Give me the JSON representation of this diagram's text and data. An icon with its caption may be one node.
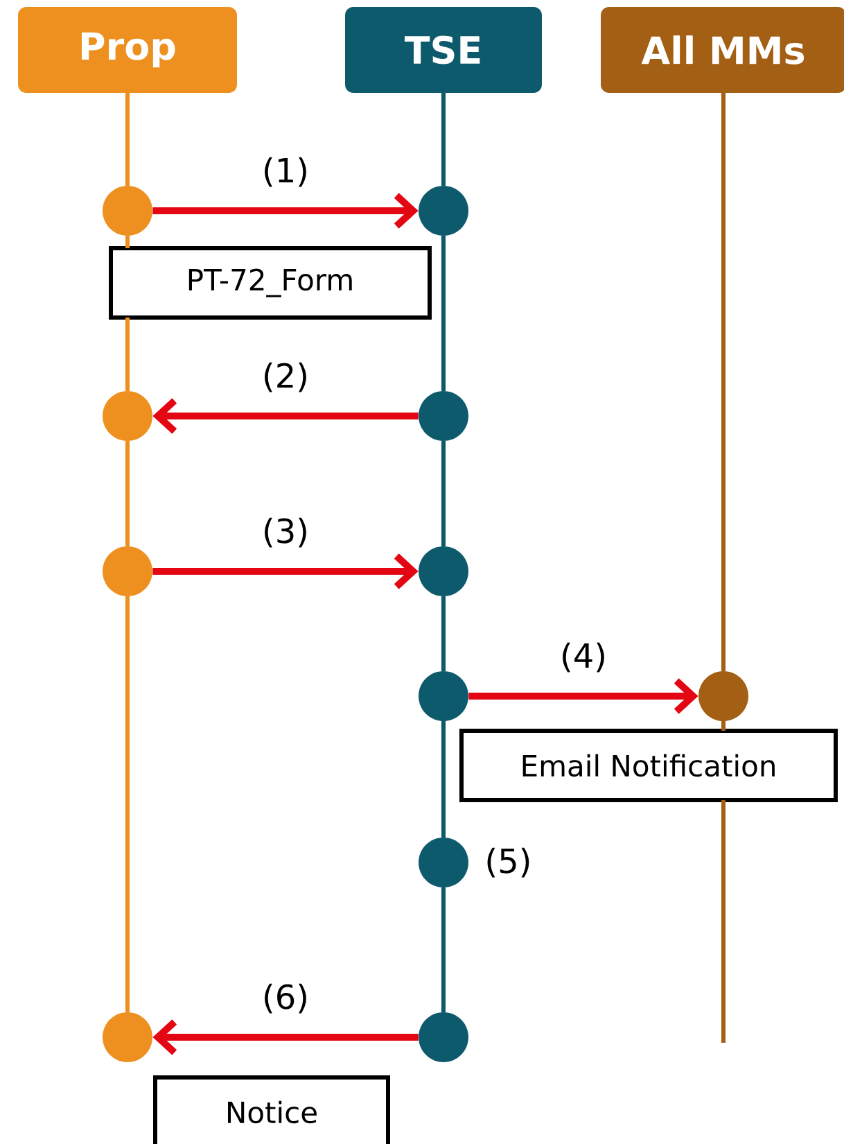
{
  "diagram": {
    "nodes": [
      {
        "text": [
          "Prop"
        ]
      },
      {
        "text": [
          "TSE"
        ]
      },
      {
        "text": [
          "All MMs"
        ]
      },
      {
        "text": [],
        "shape": "circle"
      },
      {
        "text": [],
        "shape": "circle"
      },
      {
        "text": [
          "PT-72_Form"
        ]
      },
      {
        "text": [],
        "shape": "circle"
      },
      {
        "text": [],
        "shape": "circle"
      },
      {
        "text": [],
        "shape": "circle"
      },
      {
        "text": [],
        "shape": "circle"
      },
      {
        "text": [],
        "shape": "circle"
      },
      {
        "text": [],
        "shape": "circle"
      },
      {
        "text": [
          "Email Notification"
        ]
      },
      {
        "text": [],
        "shape": "circle",
        "beside": [
          "(5)"
        ]
      },
      {
        "text": [],
        "shape": "circle"
      },
      {
        "text": [],
        "shape": "circle"
      },
      {
        "text": [
          "Notice"
        ]
      }
    ],
    "edges": [
      {
        "from": 3,
        "to": 4,
        "arrow": "to",
        "label": "(1)",
        "color": "#e30613"
      },
      {
        "from": 7,
        "to": 6,
        "arrow": "to",
        "label": "(2)",
        "color": "#e30613"
      },
      {
        "from": 8,
        "to": 9,
        "arrow": "to",
        "label": "(3)",
        "color": "#e30613"
      },
      {
        "from": 10,
        "to": 11,
        "arrow": "to",
        "label": "(4)",
        "color": "#e30613"
      },
      {
        "from": 15,
        "to": 14,
        "arrow": "to",
        "label": "(6)",
        "color": "#e30613"
      },
      {
        "from": 0,
        "to": 3,
        "arrow": "none",
        "color": "#ee9020"
      },
      {
        "from": 3,
        "to": 5,
        "arrow": "none",
        "color": "#ee9020"
      },
      {
        "from": 5,
        "to": 6,
        "arrow": "none",
        "color": "#ee9020"
      },
      {
        "from": 6,
        "to": 8,
        "arrow": "none",
        "color": "#ee9020"
      },
      {
        "from": 8,
        "to": 14,
        "arrow": "none",
        "color": "#ee9020"
      },
      {
        "from": 1,
        "to": 4,
        "arrow": "none",
        "color": "#0e5a6d"
      },
      {
        "from": 4,
        "to": 7,
        "arrow": "none",
        "color": "#0e5a6d"
      },
      {
        "from": 7,
        "to": 9,
        "arrow": "none",
        "color": "#0e5a6d"
      },
      {
        "from": 9,
        "to": 10,
        "arrow": "none",
        "color": "#0e5a6d"
      },
      {
        "from": 10,
        "to": 13,
        "arrow": "none",
        "color": "#0e5a6d"
      },
      {
        "from": 13,
        "to": 15,
        "arrow": "none",
        "color": "#0e5a6d"
      },
      {
        "from": 2,
        "to": 11,
        "arrow": "none",
        "color": "#a35f14"
      },
      {
        "from": 11,
        "to": 12,
        "arrow": "none",
        "color": "#a35f14"
      },
      {
        "from": 12,
        "to": null,
        "arrow": "none",
        "color": "#a35f14"
      }
    ]
  }
}
